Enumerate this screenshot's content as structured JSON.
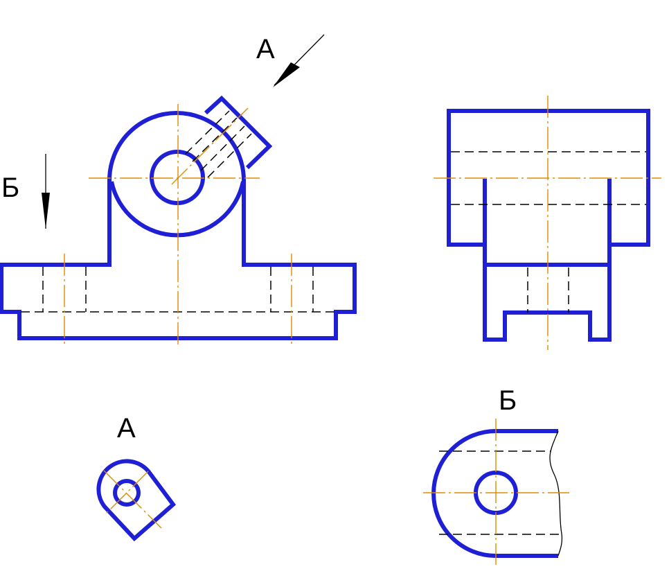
{
  "labels": {
    "view_a_arrow": "А",
    "view_b_arrow": "Б",
    "view_a_caption": "А",
    "view_b_caption": "Б"
  },
  "colors": {
    "visible_outline": "#1f1fd6",
    "centerline": "#e08a00",
    "hidden_line": "#000000"
  }
}
